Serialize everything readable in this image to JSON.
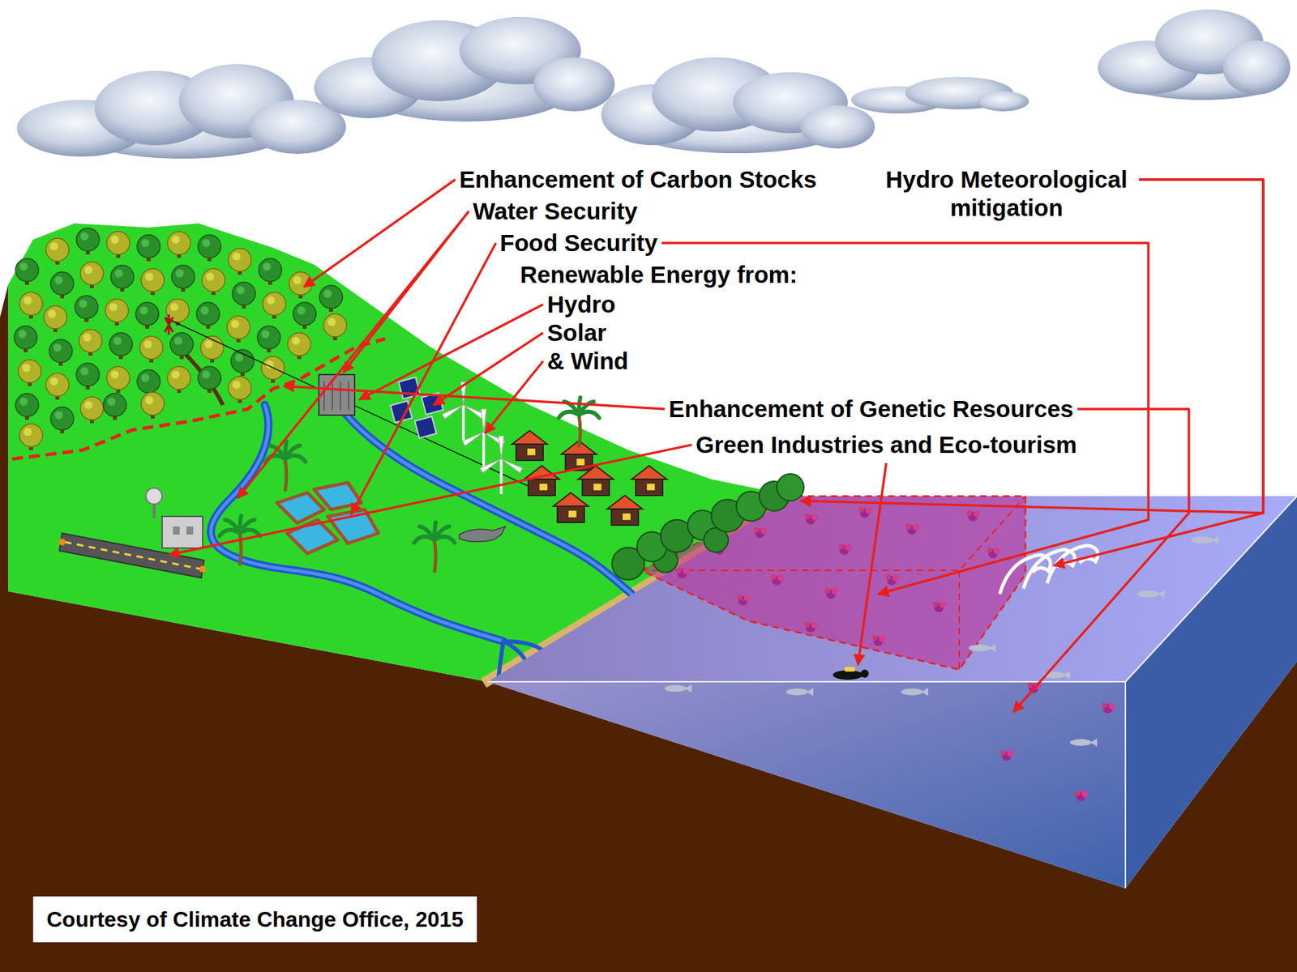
{
  "diagram": {
    "caption": "Courtesy of Climate Change Office, 2015",
    "labels": [
      "Enhancement of Carbon Stocks",
      "Water Security",
      "Food Security",
      "Renewable Energy from:",
      "Hydro",
      "Solar",
      "& Wind",
      "Enhancement of Genetic Resources",
      "Hydro Meteorological mitigation",
      "Green Industries and Eco-tourism"
    ]
  }
}
